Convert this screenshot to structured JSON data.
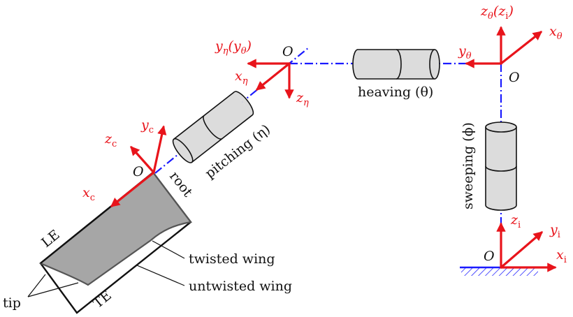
{
  "colors": {
    "axis": "#e8141b",
    "joint_line": "#1a1aff",
    "cylinder_fill": "#dcdcdc",
    "twisted_fill": "#a6a6a6",
    "text": "#111111"
  },
  "labels": {
    "z_theta": {
      "main": "z",
      "sub": "θ",
      "paren_main": "z",
      "paren_sub": "i"
    },
    "x_theta": {
      "main": "x",
      "sub": "θ"
    },
    "y_theta": {
      "main": "y",
      "sub": "θ"
    },
    "O_theta": "O",
    "heaving": "heaving (θ)",
    "sweeping": "sweeping (ϕ)",
    "z_i": {
      "main": "z",
      "sub": "i"
    },
    "y_i": {
      "main": "y",
      "sub": "i"
    },
    "x_i": {
      "main": "x",
      "sub": "i"
    },
    "O_i": "O",
    "y_eta": {
      "main": "y",
      "sub": "η",
      "paren_main": "y",
      "paren_sub": "θ"
    },
    "x_eta": {
      "main": "x",
      "sub": "η"
    },
    "z_eta": {
      "main": "z",
      "sub": "η"
    },
    "O_eta": "O",
    "pitching": "pitching (η)",
    "z_c": {
      "main": "z",
      "sub": "c"
    },
    "y_c": {
      "main": "y",
      "sub": "c"
    },
    "x_c": {
      "main": "x",
      "sub": "c"
    },
    "O_c": "O",
    "root": "root",
    "LE": "LE",
    "TE": "TE",
    "tip": "tip",
    "twisted_wing": "twisted wing",
    "untwisted_wing": "untwisted wing"
  }
}
